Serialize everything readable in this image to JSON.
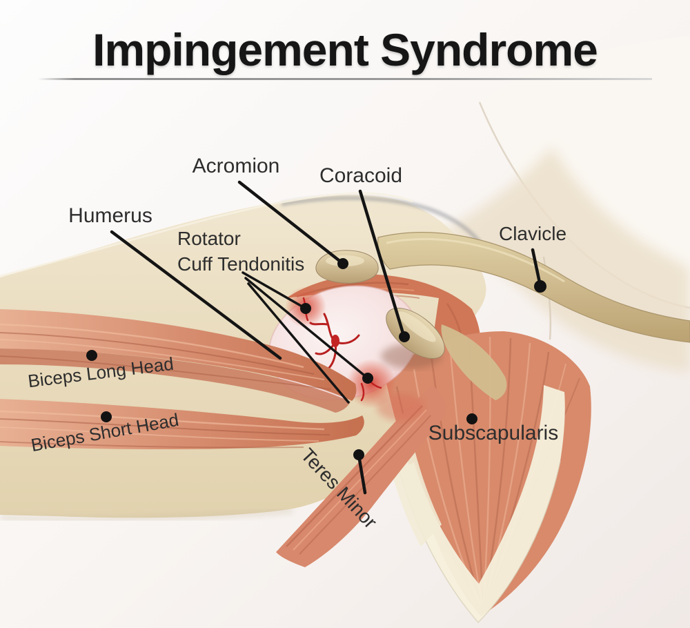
{
  "page": {
    "title": "Impingement Syndrome"
  },
  "annotations": {
    "acromion": "Acromion",
    "coracoid": "Coracoid",
    "humerus": "Humerus",
    "rotator_cuff_line1": "Rotator",
    "rotator_cuff_line2": "Cuff Tendonitis",
    "clavicle": "Clavicle",
    "biceps_long_head": "Biceps Long Head",
    "biceps_short_head": "Biceps Short Head",
    "subscapularis": "Subscapularis",
    "teres_minor": "Teres Minor"
  },
  "colors": {
    "background_top": "#fcfcfc",
    "background_bottom_right": "#f0e9e6",
    "skin": "#e9dcbe",
    "bone": "#cfb98c",
    "muscle": "#d88a6b",
    "humeral_head": "#f5e1e1",
    "inflammation": "#c62828",
    "leader_line": "#141414",
    "title_text": "#161616",
    "label_text": "#2d2d2d",
    "divider": "#9a9a9a"
  }
}
